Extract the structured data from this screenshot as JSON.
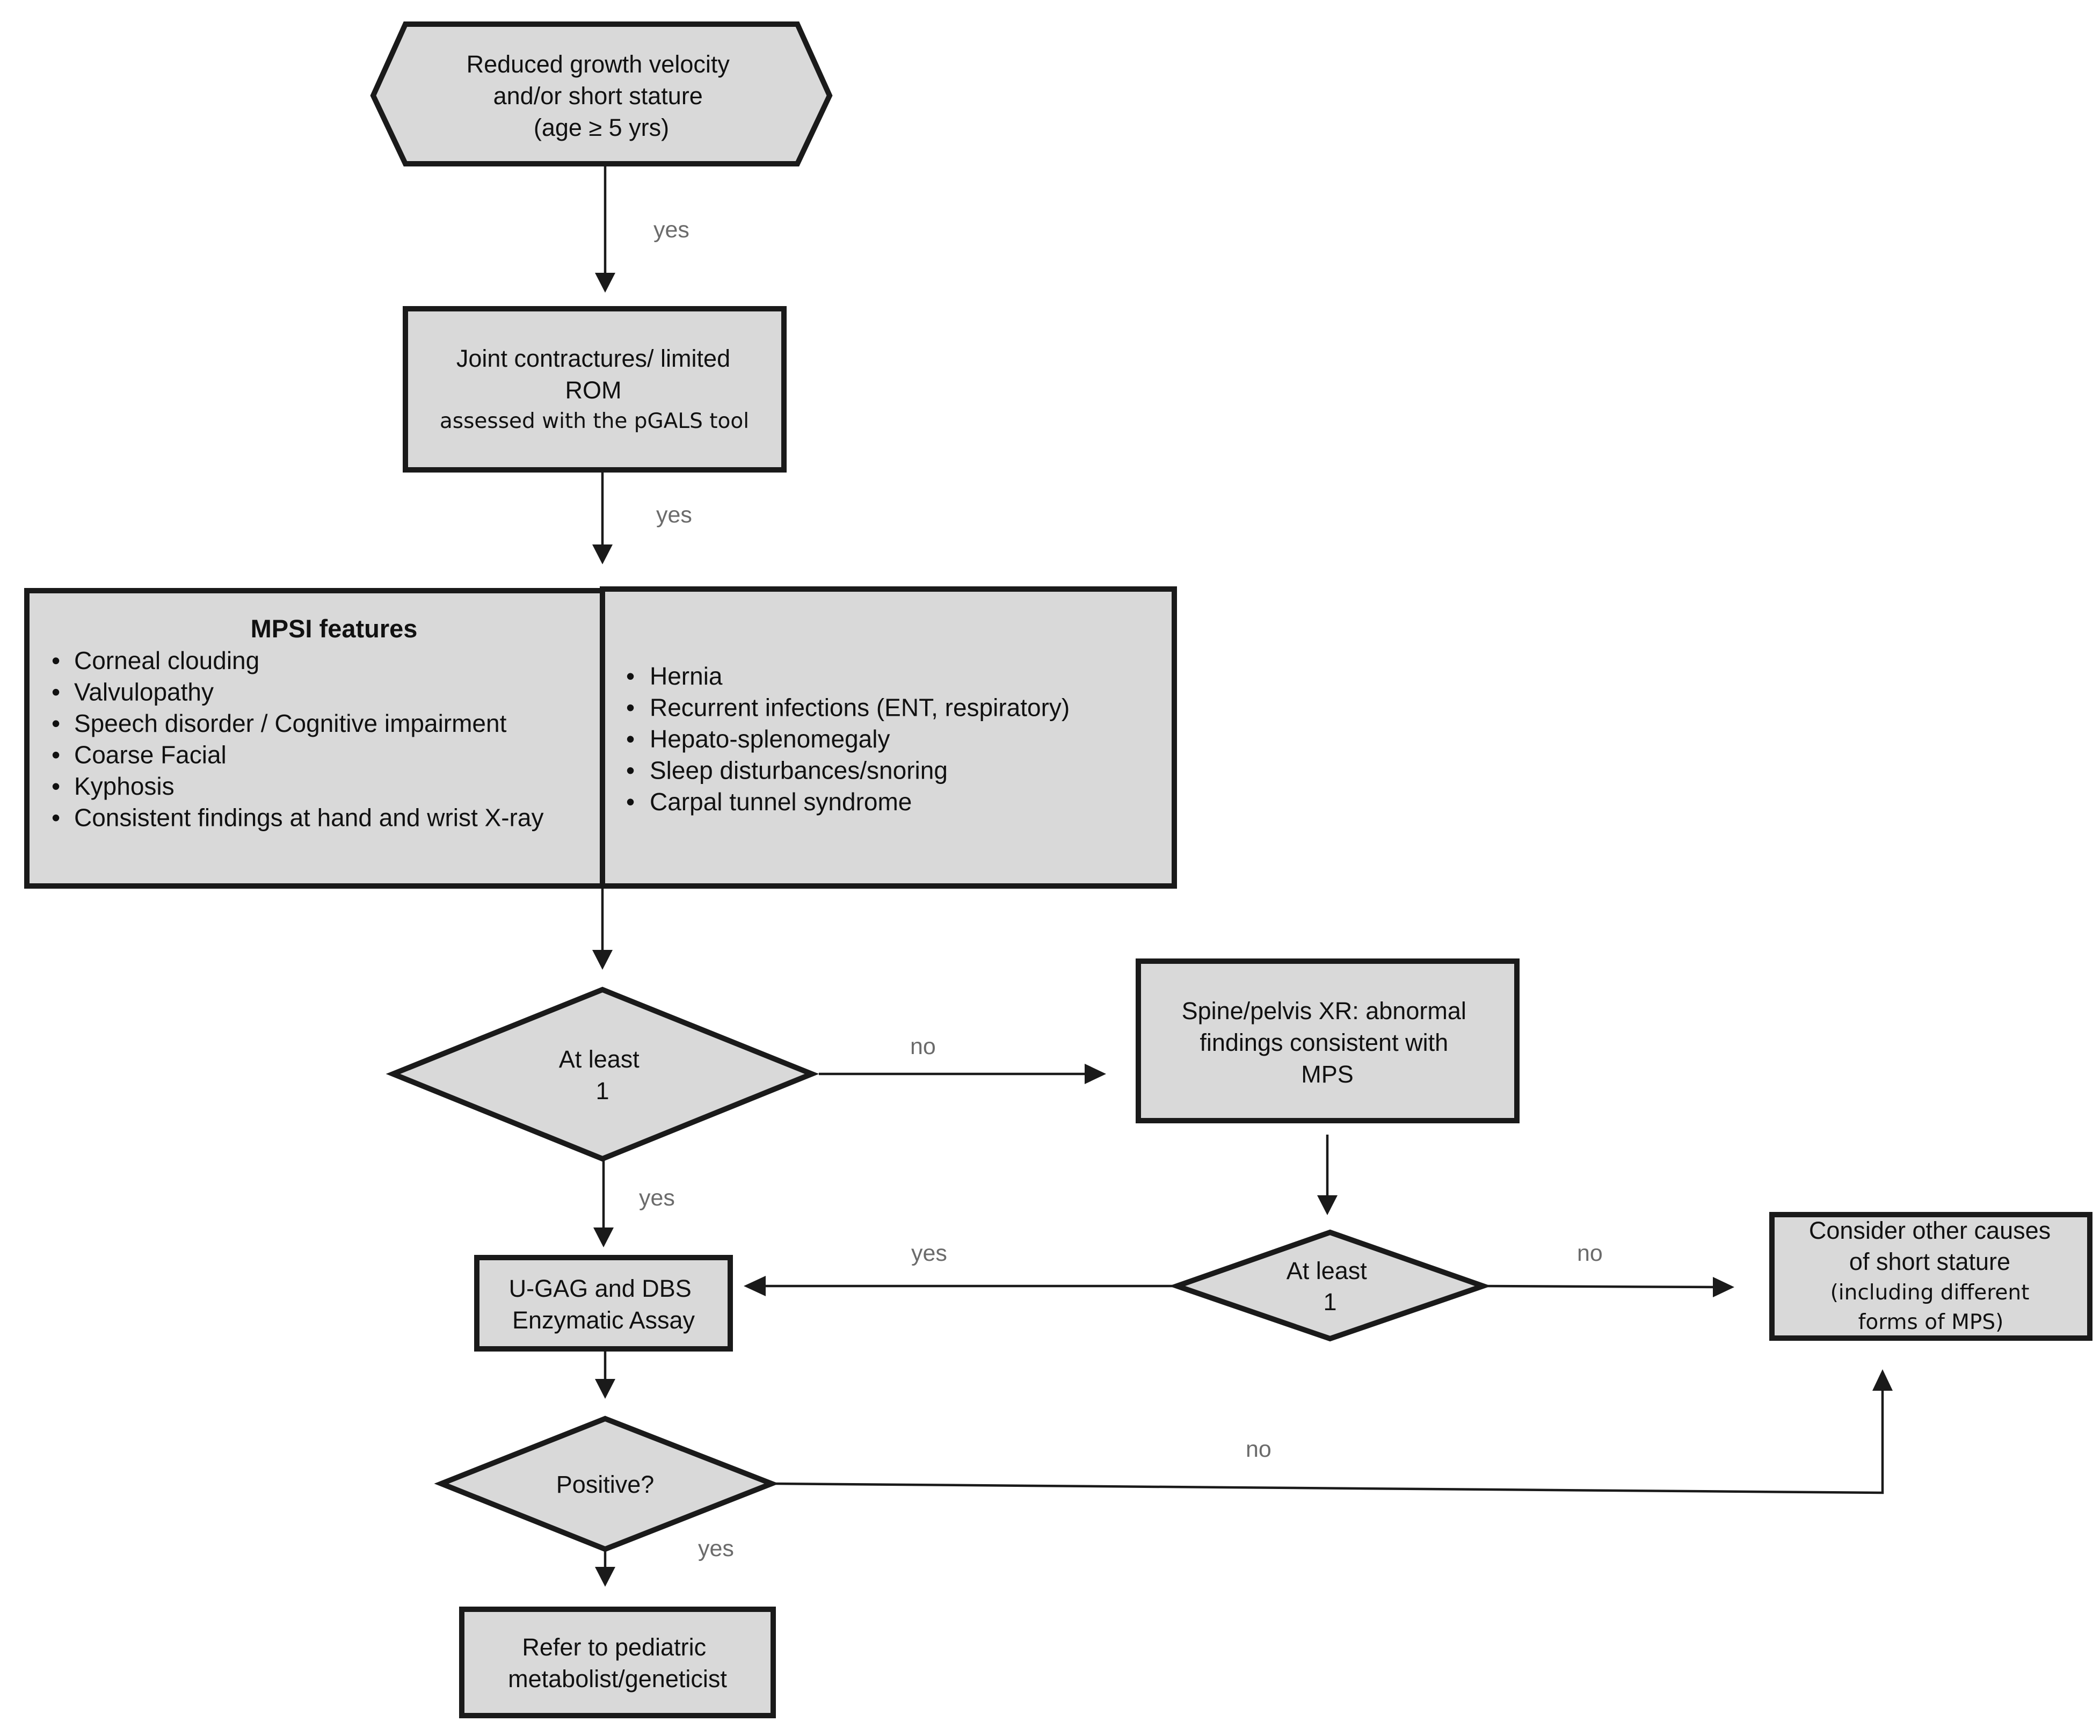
{
  "nodes": {
    "start": {
      "lines": [
        "Reduced growth velocity",
        "and/or short stature",
        "(age ≥ 5 yrs)"
      ]
    },
    "joint": {
      "line1": "Joint contractures/ limited",
      "line2": "ROM",
      "line3": "assessed with the pGALS tool"
    },
    "features": {
      "title": "MPSI features",
      "left_items": [
        "Corneal clouding",
        "Valvulopathy",
        "Speech disorder / Cognitive impairment",
        "Coarse Facial",
        "Kyphosis",
        "Consistent findings at hand and wrist X-ray"
      ],
      "right_items": [
        "Hernia",
        "Recurrent infections (ENT, respiratory)",
        "Hepato-splenomegaly",
        "Sleep disturbances/snoring",
        "Carpal tunnel syndrome"
      ],
      "bullet": "•"
    },
    "decision1": {
      "lines": [
        "At least",
        "1"
      ]
    },
    "spine": {
      "lines": [
        "Spine/pelvis XR: abnormal",
        "findings consistent with",
        "MPS"
      ]
    },
    "decision2": {
      "lines": [
        "At least",
        "1"
      ]
    },
    "other_causes": {
      "line1": "Consider other causes",
      "line2": "of short stature",
      "line3": "(including different",
      "line4": "forms of MPS)"
    },
    "ugag": {
      "lines": [
        "U-GAG and DBS",
        "Enzymatic Assay"
      ]
    },
    "positive": {
      "label": "Positive?"
    },
    "refer": {
      "lines": [
        "Refer to pediatric",
        "metabolist/geneticist"
      ]
    }
  },
  "edges": {
    "start_to_joint": "yes",
    "joint_to_features": "yes",
    "decision1_to_spine": "no",
    "decision1_to_ugag": "yes",
    "decision2_to_ugag": "yes",
    "decision2_to_other": "no",
    "positive_to_other": "no",
    "positive_to_refer": "yes"
  }
}
